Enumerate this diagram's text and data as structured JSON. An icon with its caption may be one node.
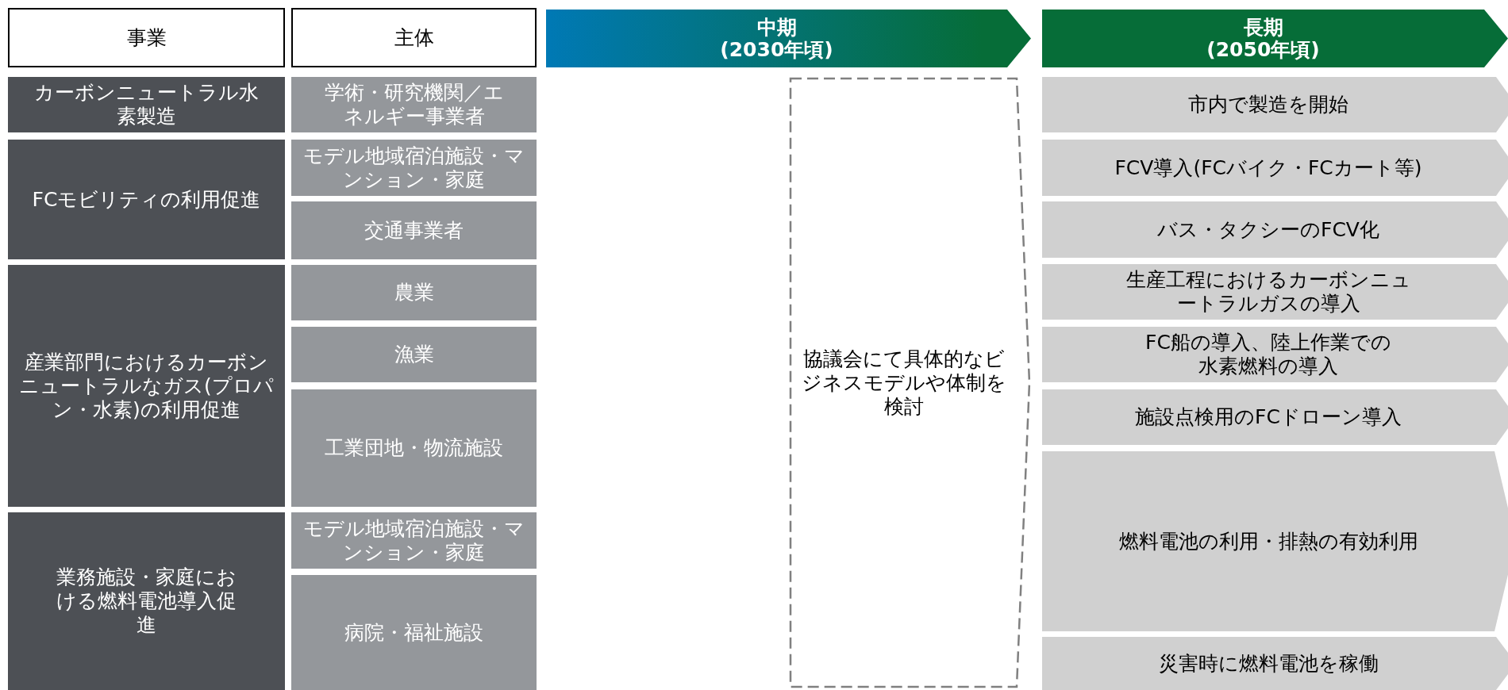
{
  "diagram": {
    "nodes": [
      {
        "text": [
          "事業"
        ]
      },
      {
        "text": [
          "主体"
        ]
      },
      {
        "text": [
          "中期",
          "(2030年頃)"
        ]
      },
      {
        "text": [
          "長期",
          "(2050年頃)"
        ]
      },
      {
        "text": [
          "カーボンニュートラル水素製造"
        ]
      },
      {
        "text": [
          "FCモビリティの利用促進"
        ]
      },
      {
        "text": [
          "産業部門におけるカーボンニュートラルなガス(プロパン・水素)の利用促進"
        ]
      },
      {
        "text": [
          "業務施設・家庭における燃料電池導入促進"
        ]
      },
      {
        "text": [
          "学術・研究機関／エネルギー事業者"
        ]
      },
      {
        "text": [
          "モデル地域宿泊施設・マンション・家庭"
        ]
      },
      {
        "text": [
          "交通事業者"
        ]
      },
      {
        "text": [
          "農業"
        ]
      },
      {
        "text": [
          "漁業"
        ]
      },
      {
        "text": [
          "工業団地・物流施設"
        ]
      },
      {
        "text": [
          "モデル地域宿泊施設・マンション・家庭"
        ]
      },
      {
        "text": [
          "病院・福祉施設"
        ]
      },
      {
        "text": [
          "協議会にて具体的なビジネスモデルや体制を検討"
        ]
      },
      {
        "text": [
          "市内で製造を開始"
        ]
      },
      {
        "text": [
          "FCV導入(FCバイク・FCカート等)"
        ]
      },
      {
        "text": [
          "バス・タクシーのFCV化"
        ]
      },
      {
        "text": [
          "生産工程におけるカーボンニュートラルガスの導入"
        ]
      },
      {
        "text": [
          "FC船の導入、陸上作業での水素燃料の導入"
        ]
      },
      {
        "text": [
          "施設点検用のFCドローン導入"
        ]
      },
      {
        "text": [
          "燃料電池の利用・排熱の有効利用"
        ]
      },
      {
        "text": [
          "災害時に燃料電池を稼働"
        ]
      }
    ]
  }
}
